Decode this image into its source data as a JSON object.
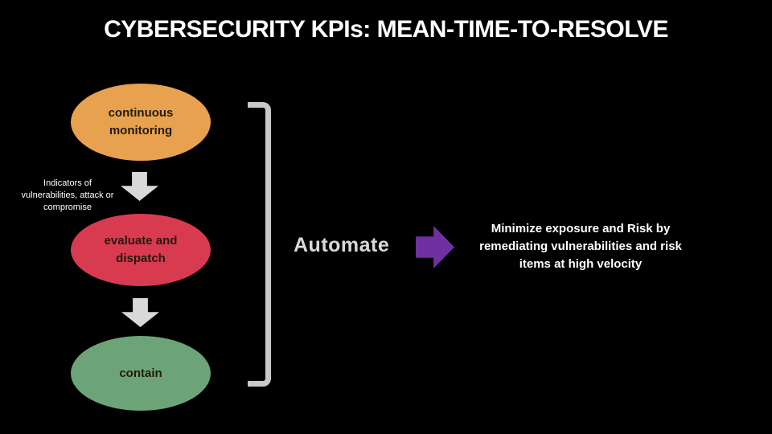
{
  "slide": {
    "title": "CYBERSECURITY KPIs: MEAN-TIME-TO-RESOLVE",
    "title_color": "#FFFFFF",
    "background_color": "#000000"
  },
  "flow": {
    "indicators_note": "Indicators of vulnerabilities, attack or compromise",
    "indicators_note_color": "#FFFFFF",
    "arrow_color": "#D9D9D9",
    "nodes": [
      {
        "id": "continuous-monitoring",
        "label": "continuous monitoring",
        "color": "#E8A14E"
      },
      {
        "id": "evaluate-and-dispatch",
        "label": "evaluate and dispatch",
        "color": "#D83B50"
      },
      {
        "id": "contain",
        "label": "contain",
        "color": "#6CA477"
      }
    ]
  },
  "annotation": {
    "bracket_color": "#C8C8C8",
    "automate_label": "Automate",
    "automate_color": "#D9D9D9",
    "arrow_color": "#7030A0",
    "description": "Minimize exposure and Risk by remediating vulnerabilities and risk items at high velocity",
    "description_color": "#FFFFFF"
  }
}
